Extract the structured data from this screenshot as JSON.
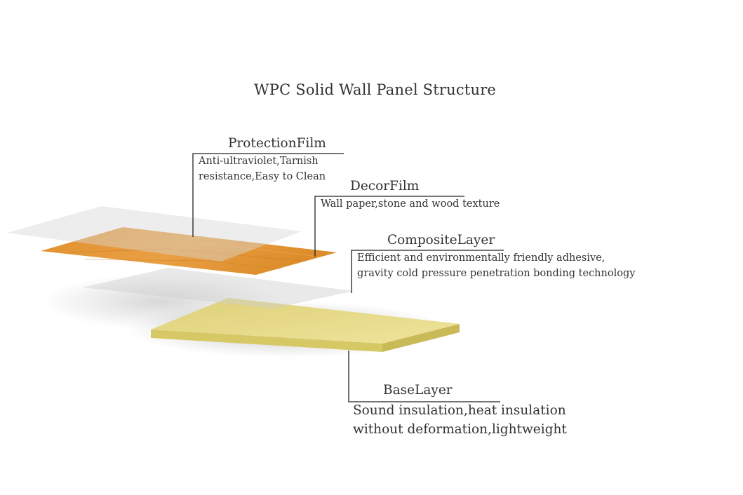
{
  "title": "WPC Solid Wall Panel Structure",
  "layers": [
    {
      "id": "protection",
      "label": "ProtectionFilm",
      "description": [
        "Anti-ultraviolet,Tarnish",
        "resistance,Easy to Clean"
      ],
      "color": "#e8e8e8"
    },
    {
      "id": "decor",
      "label": "DecorFilm",
      "description": [
        "Wall paper,stone and wood texture"
      ],
      "color": "#e39a3a"
    },
    {
      "id": "composite",
      "label": "CompositeLayer",
      "description": [
        "Efficient and environmentally friendly adhesive,",
        "gravity cold pressure penetration bonding technology"
      ],
      "color": "#eeeeee"
    },
    {
      "id": "base",
      "label": "BaseLayer",
      "description": [
        "Sound insulation,heat insulation",
        "without deformation,lightweight"
      ],
      "color": "#e8dc8a"
    }
  ]
}
